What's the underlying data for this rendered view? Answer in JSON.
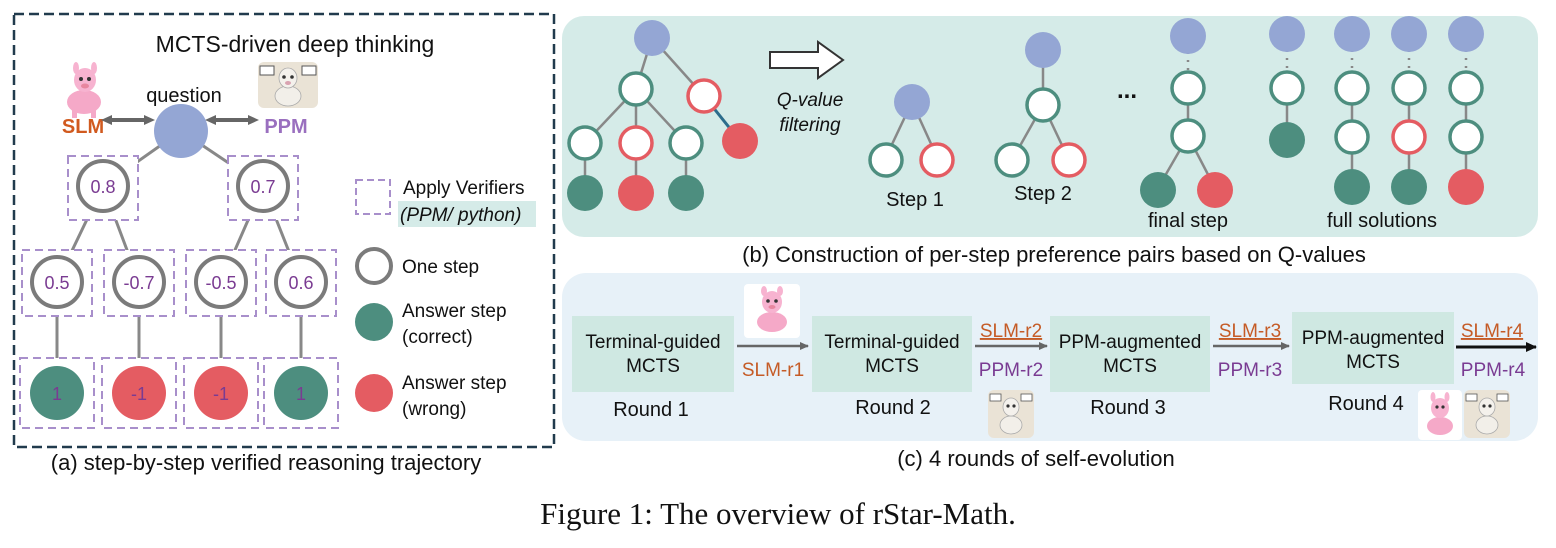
{
  "colors": {
    "root": "#94a6d4",
    "green": "#4d8e7f",
    "red": "#e45c62",
    "panel_b": "#d5ebe8",
    "panel_c": "#e7f1f8",
    "round_box": "#cfe8e2",
    "dashed": "#a88fcb",
    "purple": "#7a3b92",
    "orange": "#c55b26",
    "slm_text": "#d15a1f",
    "ppm_text": "#9a6fbf",
    "gray_line": "#7b7b7b",
    "dark_line": "#444444"
  },
  "panel_a": {
    "title": "MCTS-driven deep thinking",
    "question": "question",
    "slm": "SLM",
    "ppm": "PPM",
    "level1": [
      "0.8",
      "0.7"
    ],
    "level2": [
      "0.5",
      "-0.7",
      "-0.5",
      "0.6"
    ],
    "answers": [
      "1",
      "-1",
      "-1",
      "1"
    ],
    "legend": {
      "verifiers_line1": "Apply Verifiers",
      "verifiers_line2": "(PPM/ python)",
      "one_step": "One step",
      "answer_correct_1": "Answer step",
      "answer_correct_2": "(correct)",
      "answer_wrong_1": "Answer step",
      "answer_wrong_2": "(wrong)"
    },
    "caption": "(a) step-by-step verified reasoning trajectory"
  },
  "panel_b": {
    "arrow_line1": "Q-value",
    "arrow_line2": "filtering",
    "step1": "Step 1",
    "step2": "Step 2",
    "ellipsis": "...",
    "final_step": "final step",
    "full_solutions": "full solutions",
    "caption": "(b) Construction of per-step preference pairs based on Q-values"
  },
  "panel_c": {
    "rounds": [
      {
        "line1": "Terminal-guided",
        "line2": "MCTS",
        "label": "Round 1"
      },
      {
        "line1": "Terminal-guided",
        "line2": "MCTS",
        "label": "Round 2"
      },
      {
        "line1": "PPM-augmented",
        "line2": "MCTS",
        "label": "Round 3"
      },
      {
        "line1": "PPM-augmented",
        "line2": "MCTS",
        "label": "Round 4"
      }
    ],
    "arrow1": {
      "bottom": "SLM-r1"
    },
    "arrow2": {
      "top": "SLM-r2",
      "bottom": "PPM-r2"
    },
    "arrow3": {
      "top": "SLM-r3",
      "bottom": "PPM-r3"
    },
    "arrow4": {
      "top": "SLM-r4",
      "bottom": "PPM-r4"
    },
    "caption": "(c) 4 rounds of self-evolution"
  },
  "figure_caption": "Figure 1: The overview of rStar-Math."
}
